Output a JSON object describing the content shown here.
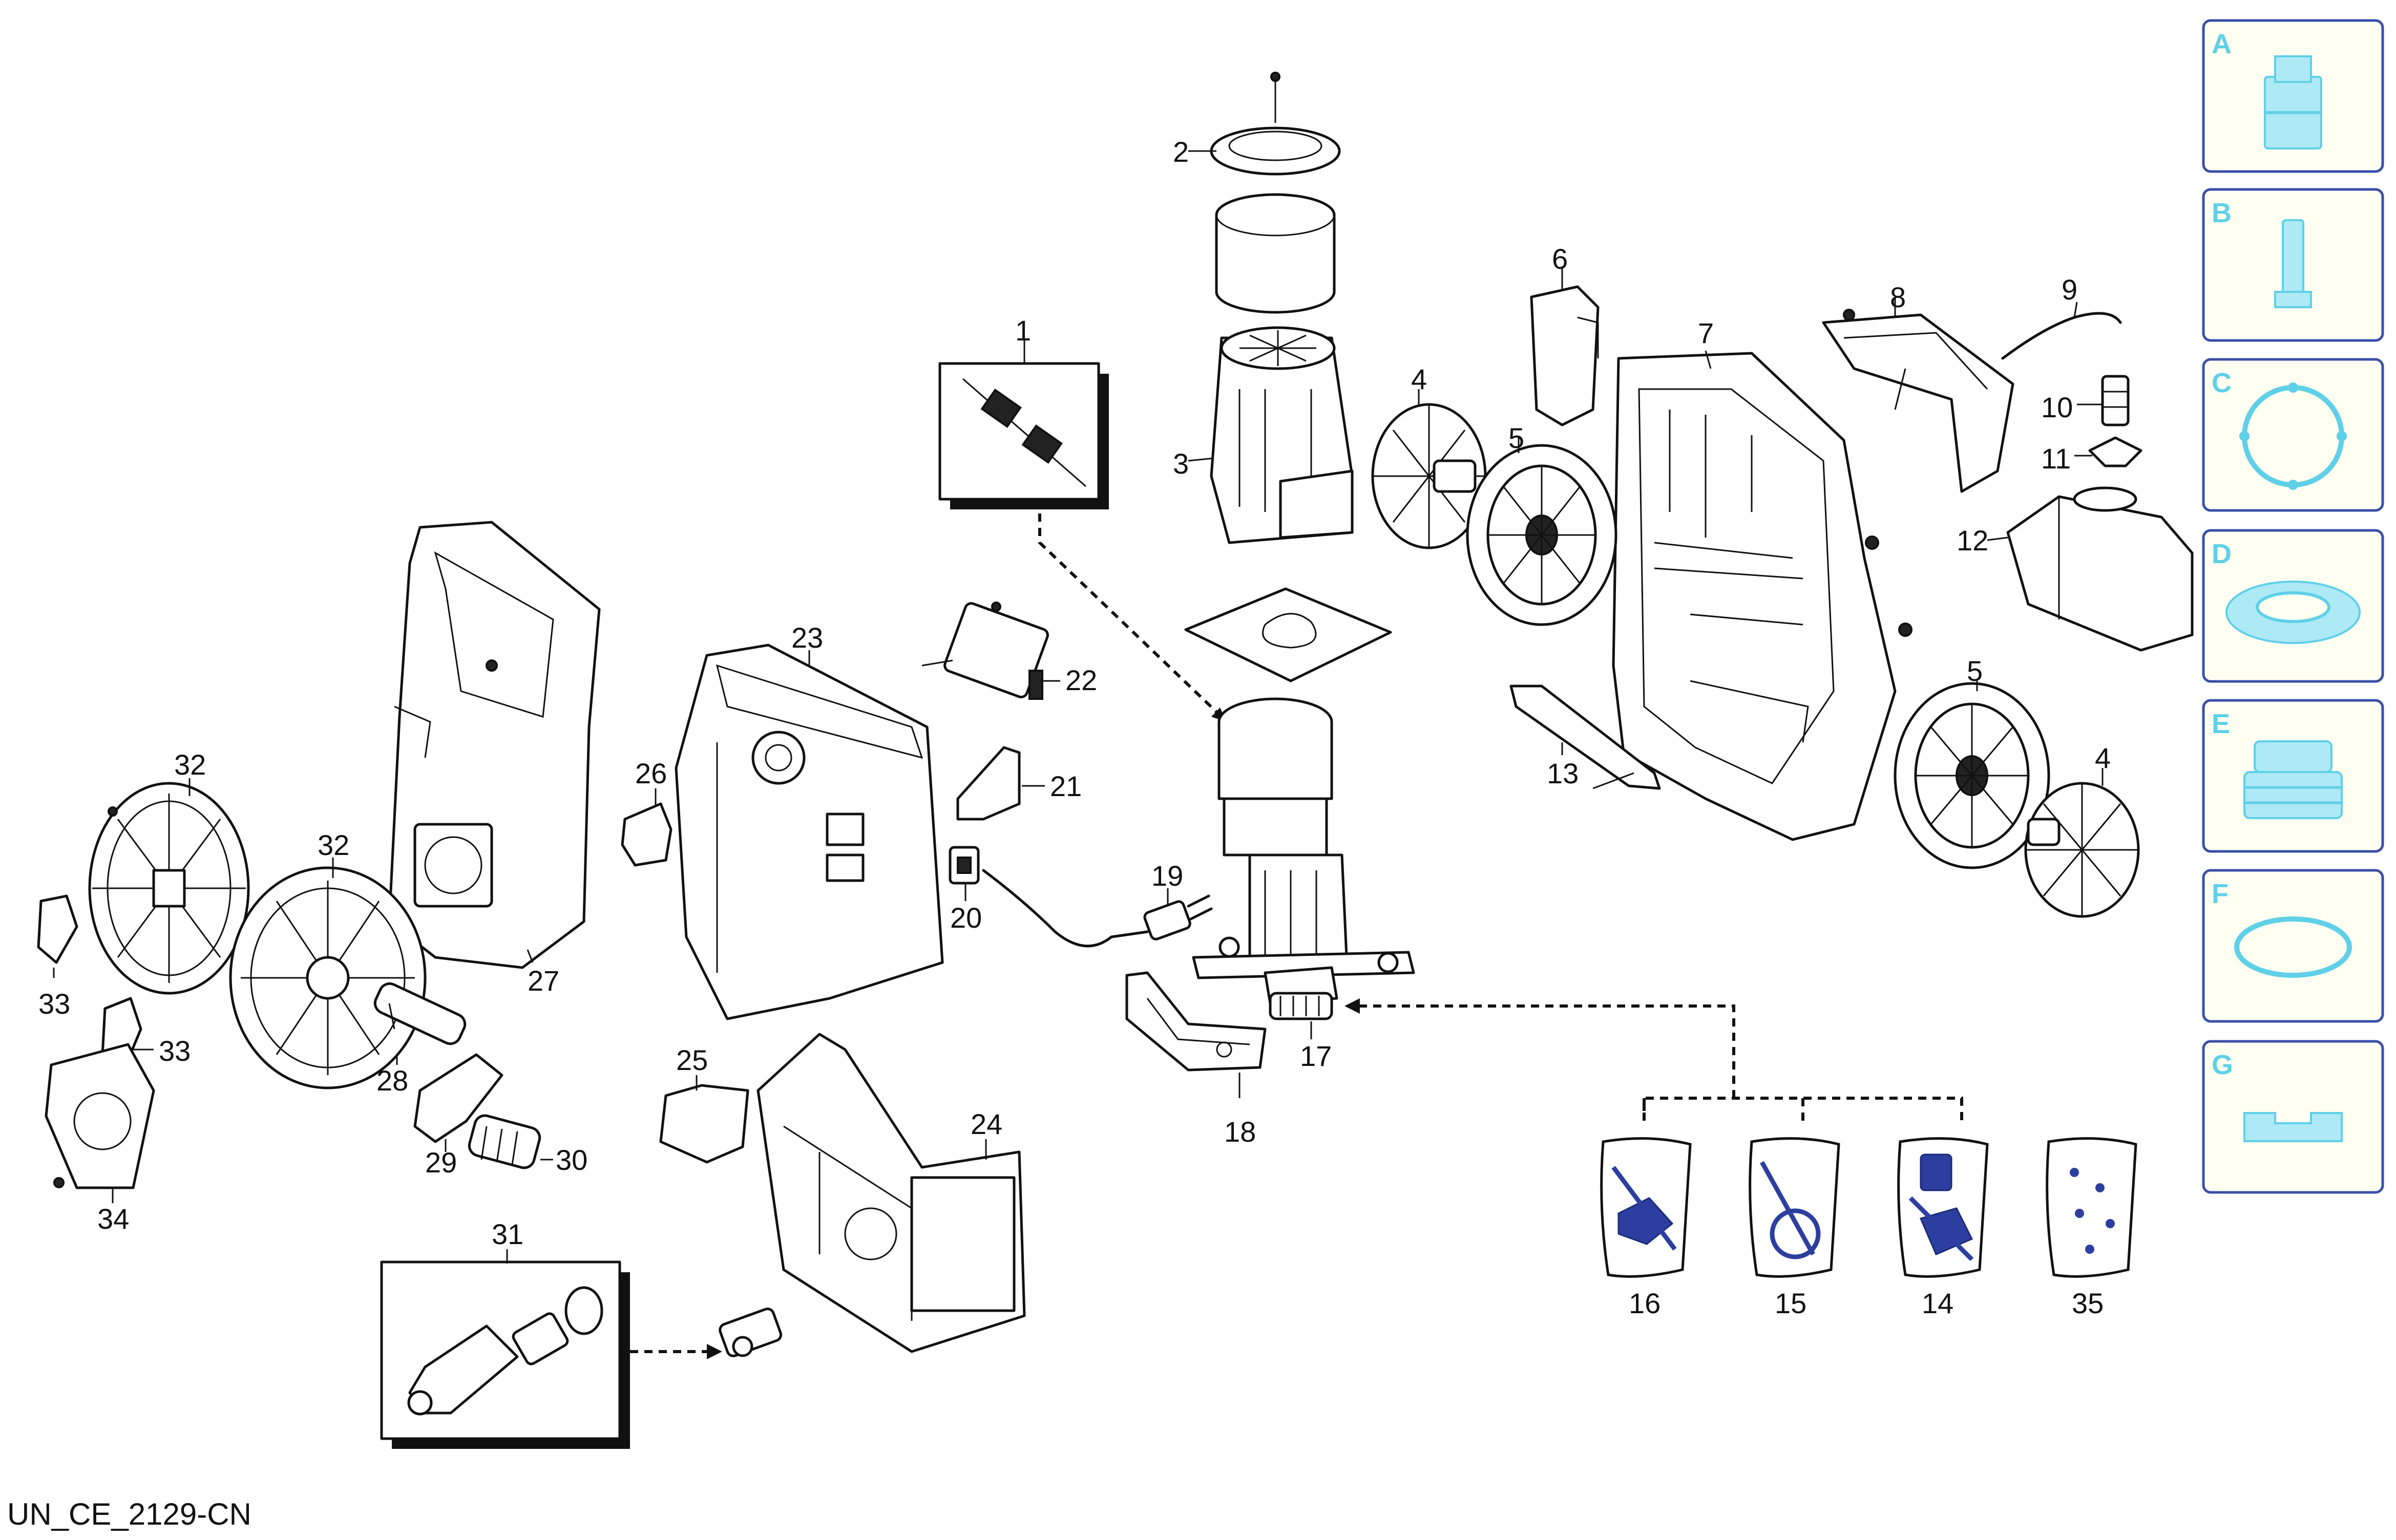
{
  "document_code": "UN_CE_2129-CN",
  "part_labels": {
    "p1": "1",
    "p2": "2",
    "p3": "3",
    "p4a": "4",
    "p4b": "4",
    "p5a": "5",
    "p5b": "5",
    "p6": "6",
    "p7": "7",
    "p8": "8",
    "p9": "9",
    "p10": "10",
    "p11": "11",
    "p12": "12",
    "p13": "13",
    "p14": "14",
    "p15": "15",
    "p16": "16",
    "p17": "17",
    "p18": "18",
    "p19": "19",
    "p20": "20",
    "p21": "21",
    "p22": "22",
    "p23": "23",
    "p24": "24",
    "p25": "25",
    "p26": "26",
    "p27": "27",
    "p28": "28",
    "p29": "29",
    "p30": "30",
    "p31": "31",
    "p32a": "32",
    "p32b": "32",
    "p33a": "33",
    "p33b": "33",
    "p34": "34",
    "p35": "35"
  },
  "side_tabs": [
    {
      "letter": "A",
      "icon": "pump-head-icon"
    },
    {
      "letter": "B",
      "icon": "cylinder-icon"
    },
    {
      "letter": "C",
      "icon": "o-ring-icon"
    },
    {
      "letter": "D",
      "icon": "seal-ring-icon"
    },
    {
      "letter": "E",
      "icon": "valve-body-icon"
    },
    {
      "letter": "F",
      "icon": "gasket-icon"
    },
    {
      "letter": "G",
      "icon": "plate-icon"
    }
  ],
  "colors": {
    "tab_border": "#3a4fa8",
    "tab_icon": "#5fd0e8",
    "kit_blue": "#2c3fa0"
  }
}
